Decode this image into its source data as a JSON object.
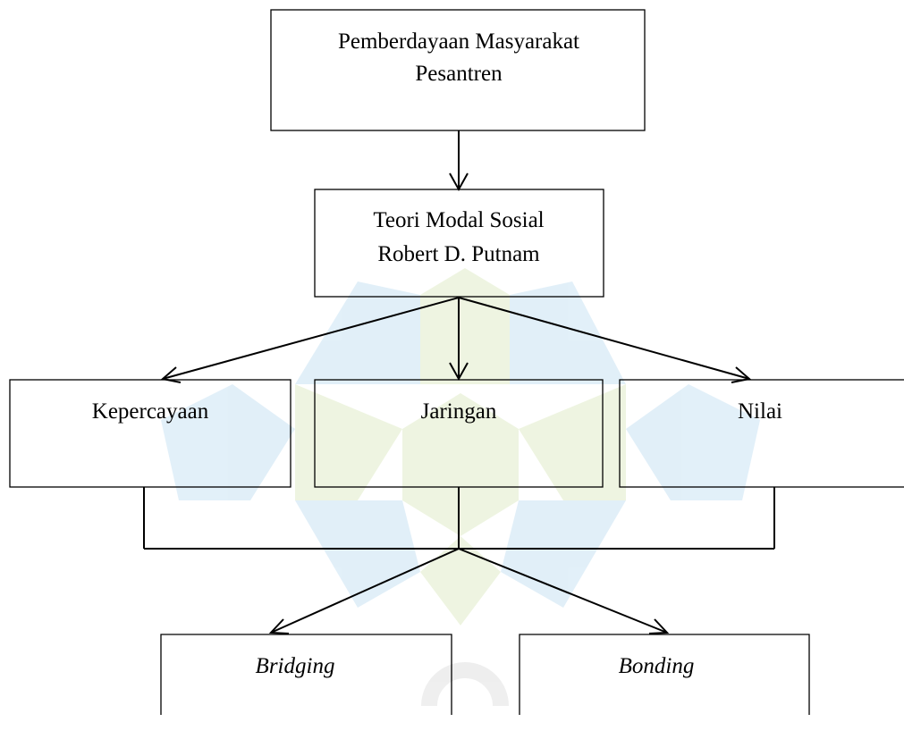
{
  "nodes": {
    "root": {
      "line1": "Pemberdayaan Masyarakat",
      "line2": "Pesantren"
    },
    "theory": {
      "line1": "Teori Modal Sosial",
      "line2": "Robert D. Putnam"
    },
    "trust": {
      "label": "Kepercayaan"
    },
    "network": {
      "label": "Jaringan"
    },
    "values": {
      "label": "Nilai"
    },
    "bridging": {
      "label": "Bridging"
    },
    "bonding": {
      "label": "Bonding"
    }
  },
  "colors": {
    "stroke": "#000000",
    "text": "#000000",
    "watermark_blue": "#4a9fd8",
    "watermark_green": "#9cc24a"
  },
  "watermark": {
    "type": "logo",
    "description_icon": "university-logo-watermark"
  }
}
